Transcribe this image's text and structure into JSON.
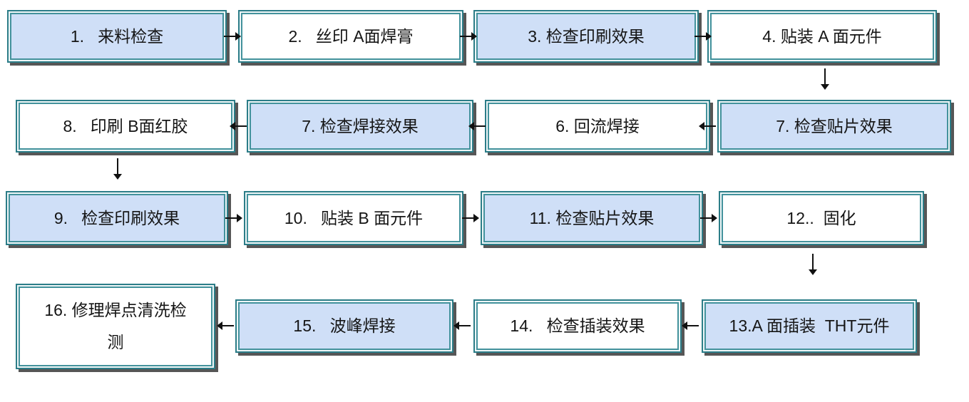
{
  "diagram": {
    "type": "flowchart",
    "language": "zh-CN",
    "nodes": [
      {
        "id": "1",
        "label": "1.   来料检查",
        "fill": "blue"
      },
      {
        "id": "2",
        "label": "2.   丝印 A面焊膏",
        "fill": "white"
      },
      {
        "id": "3",
        "label": "3. 检查印刷效果",
        "fill": "blue"
      },
      {
        "id": "4",
        "label": "4. 贴装 A 面元件",
        "fill": "white"
      },
      {
        "id": "7a",
        "label": "7. 检查贴片效果",
        "fill": "blue"
      },
      {
        "id": "6",
        "label": "6. 回流焊接",
        "fill": "white"
      },
      {
        "id": "7b",
        "label": "7. 检查焊接效果",
        "fill": "blue"
      },
      {
        "id": "8",
        "label": "8.   印刷 B面红胶",
        "fill": "white"
      },
      {
        "id": "9",
        "label": "9.   检查印刷效果",
        "fill": "blue"
      },
      {
        "id": "10",
        "label": "10.   贴装 B 面元件",
        "fill": "white"
      },
      {
        "id": "11",
        "label": "11. 检查贴片效果",
        "fill": "blue"
      },
      {
        "id": "12",
        "label": "12..  固化",
        "fill": "white"
      },
      {
        "id": "13",
        "label": "13.A 面插装  THT元件",
        "fill": "blue"
      },
      {
        "id": "14",
        "label": "14.   检查插装效果",
        "fill": "white"
      },
      {
        "id": "15",
        "label": "15.   波峰焊接",
        "fill": "blue"
      },
      {
        "id": "16",
        "label": "16. 修理焊点清洗检\n测",
        "fill": "white"
      }
    ],
    "arrows": [
      {
        "from": "1",
        "to": "2",
        "direction": "right"
      },
      {
        "from": "2",
        "to": "3",
        "direction": "right"
      },
      {
        "from": "3",
        "to": "4",
        "direction": "right"
      },
      {
        "from": "4",
        "to": "7a",
        "direction": "down"
      },
      {
        "from": "7a",
        "to": "6",
        "direction": "left"
      },
      {
        "from": "6",
        "to": "7b",
        "direction": "left"
      },
      {
        "from": "7b",
        "to": "8",
        "direction": "left"
      },
      {
        "from": "8",
        "to": "9",
        "direction": "down"
      },
      {
        "from": "9",
        "to": "10",
        "direction": "right"
      },
      {
        "from": "10",
        "to": "11",
        "direction": "right"
      },
      {
        "from": "11",
        "to": "12",
        "direction": "right"
      },
      {
        "from": "12",
        "to": "13",
        "direction": "down"
      },
      {
        "from": "13",
        "to": "14",
        "direction": "left"
      },
      {
        "from": "14",
        "to": "15",
        "direction": "left"
      },
      {
        "from": "15",
        "to": "16",
        "direction": "left"
      }
    ],
    "colors": {
      "node_fill_blue": "#cfdff7",
      "node_fill_white": "#ffffff",
      "border_teal_dark": "#2c7d88",
      "border_teal_light": "#43929c",
      "border_gap_light": "#eef6f7",
      "drop_shadow": "#565656",
      "arrow_black": "#111111",
      "text_color": "#151515"
    }
  }
}
